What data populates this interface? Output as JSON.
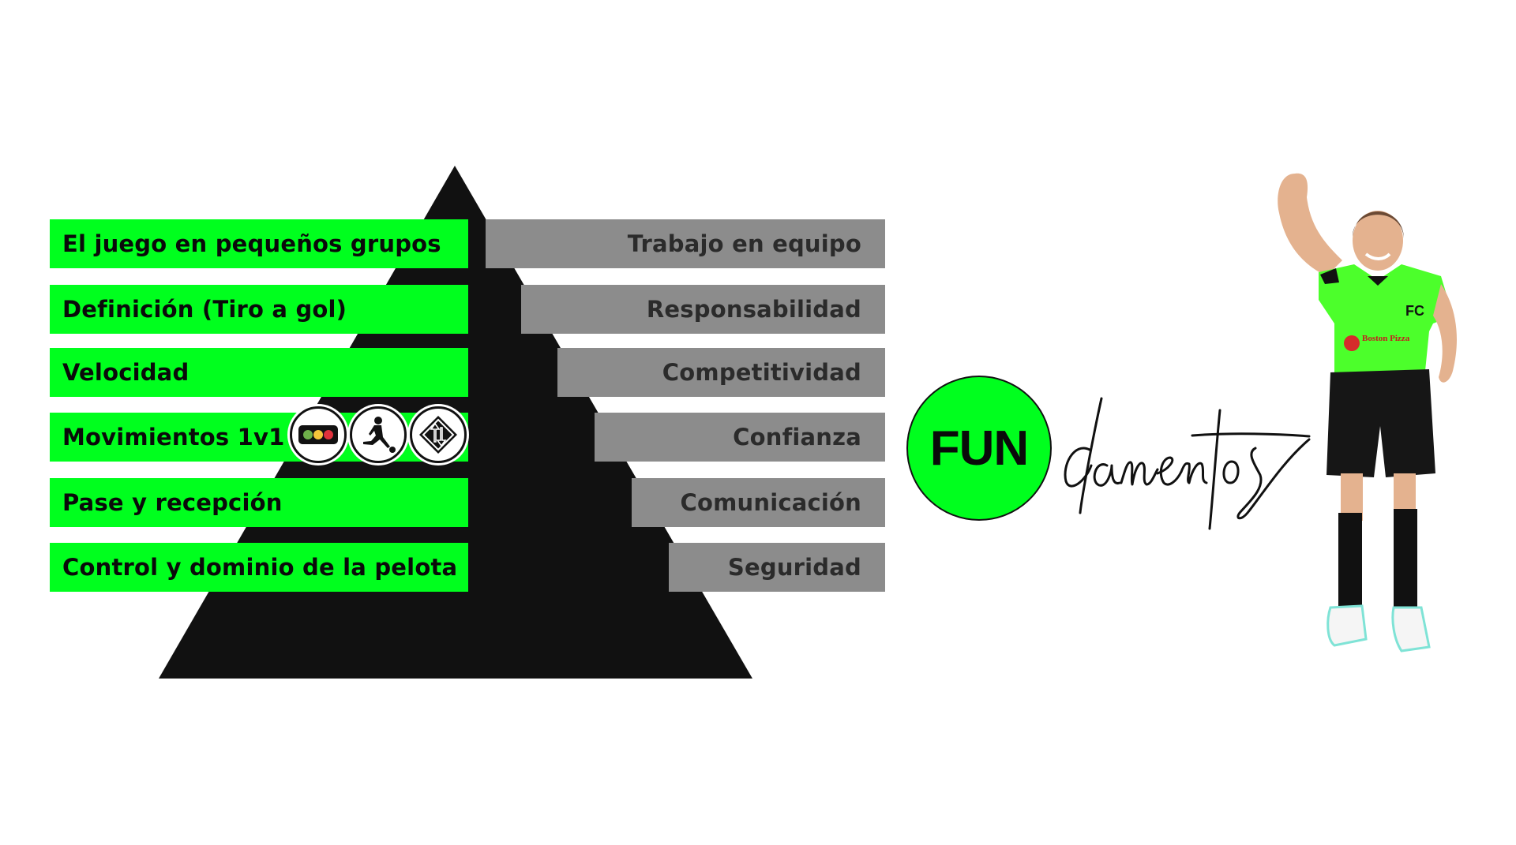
{
  "colors": {
    "accent_green": "#00ff1e",
    "bar_gray": "#8c8c8c",
    "pyramid_black": "#111111",
    "gray_text": "#2b2b2b"
  },
  "skills": [
    {
      "label": "El juego en pequeños grupos"
    },
    {
      "label": "Definición (Tiro a gol)"
    },
    {
      "label": "Velocidad"
    },
    {
      "label": "Movimientos 1v1"
    },
    {
      "label": "Pase y recepción"
    },
    {
      "label": "Control y dominio de la pelota"
    }
  ],
  "values": [
    {
      "label": "Trabajo en equipo"
    },
    {
      "label": "Responsabilidad"
    },
    {
      "label": "Competitividad"
    },
    {
      "label": "Confianza"
    },
    {
      "label": "Comunicación"
    },
    {
      "label": "Seguridad"
    }
  ],
  "icons": [
    "traffic-light-icon",
    "kicking-player-icon",
    "two-way-traffic-sign-icon"
  ],
  "logo": {
    "circle_text": "FUN",
    "script_text": "damentos"
  },
  "photo": {
    "description": "girl in green soccer jersey raising fist",
    "jersey_sponsor": "Boston Pizza",
    "jersey_badge": "FC"
  }
}
